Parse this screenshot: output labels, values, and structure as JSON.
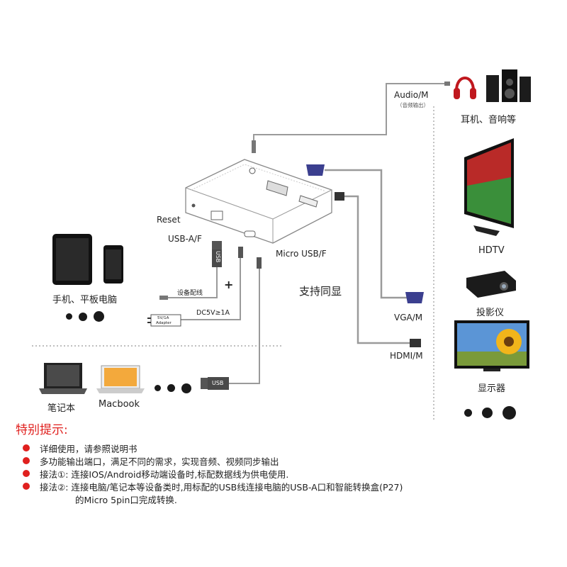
{
  "labels": {
    "audio": "Audio/M",
    "audio_sub": "（音频输出）",
    "reset": "Reset",
    "usb_af": "USB-A/F",
    "micro_usb": "Micro USB/F",
    "cable": "设备配线",
    "plus": "+",
    "dc": "DC5V≥1A",
    "adapter1": "5V/1A",
    "adapter2": "Adapter",
    "usb_plug": "USB",
    "usb_plug2": "USB",
    "sync": "支持同显",
    "vga": "VGA/M",
    "hdmi": "HDMI/M",
    "headphones": "耳机、音响等",
    "hdtv": "HDTV",
    "projector": "投影仪",
    "monitor": "显示器",
    "phone_tablet": "手机、平板电脑",
    "laptop": "笔记本",
    "macbook": "Macbook"
  },
  "notes": {
    "title": "特别提示:",
    "items": [
      "详细使用，请参照说明书",
      "多功能输出端口，满足不同的需求，实现音频、视频同步输出",
      "接法①: 连接IOS/Android移动端设备时,标配数据线为供电使用.",
      "接法②: 连接电脑/笔记本等设备类时,用标配的USB线连接电脑的USB-A口和智能转换盒(P27)"
    ],
    "cont": "的Micro 5pin口完成转换."
  },
  "colors": {
    "accent": "#e0201e",
    "vga": "#3b3f8f"
  }
}
